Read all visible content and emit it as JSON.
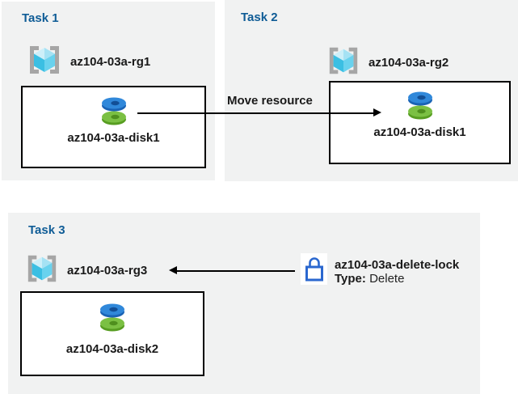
{
  "tasks": [
    {
      "title": "Task 1",
      "resource_group": "az104-03a-rg1",
      "disk": "az104-03a-disk1"
    },
    {
      "title": "Task 2",
      "resource_group": "az104-03a-rg2",
      "disk": "az104-03a-disk1"
    },
    {
      "title": "Task 3",
      "resource_group": "az104-03a-rg3",
      "disk": "az104-03a-disk2"
    }
  ],
  "move_arrow": {
    "label": "Move resource",
    "from": "az104-03a-disk1 (az104-03a-rg1)",
    "to": "az104-03a-rg2 box"
  },
  "lock": {
    "name": "az104-03a-delete-lock",
    "type_label": "Type:",
    "type_value": "Delete",
    "applies_to": "az104-03a-rg3"
  },
  "icons": {
    "resource-group-icon": "azure resource group (cyan cube in gray brackets)",
    "disk-icon": "azure managed disk (blue disc stacked on green disc)",
    "lock-icon": "blue outline padlock on white square"
  },
  "colors": {
    "panel_background": "#f1f2f2",
    "task_heading": "#0f5c96",
    "label_text": "#1a1a1a",
    "arrow": "#000000",
    "box_border": "#000000",
    "lock_blue": "#2a67cf",
    "disk_blue_top": "#3088da",
    "disk_blue_side": "#1a63b5",
    "disk_blue_hole": "#124f96",
    "disk_green_top": "#7bc043",
    "disk_green_side": "#579d21",
    "disk_green_hole": "#4f8f1e",
    "cube_top_left": "#cdeff9",
    "cube_top_right": "#a5e2f4",
    "cube_face_left": "#3bbfe3",
    "cube_face_right": "#69d2ee",
    "bracket_gray": "#a6a6a6"
  }
}
